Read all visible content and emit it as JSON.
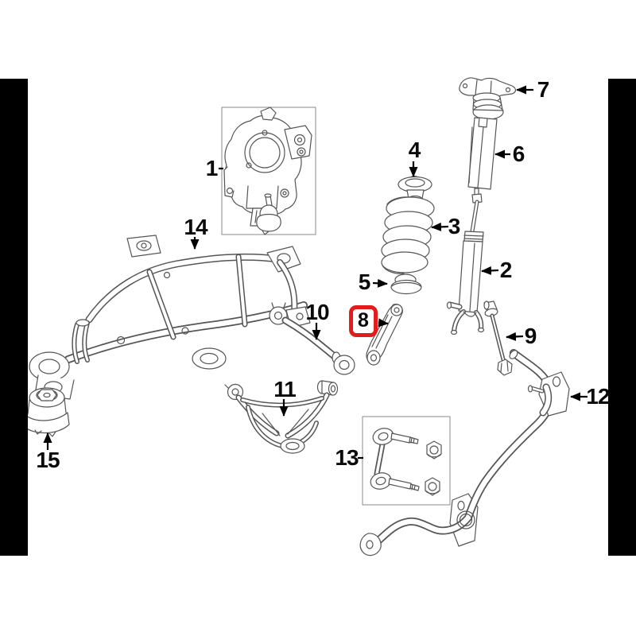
{
  "diagram": {
    "type": "exploded-parts-diagram",
    "subject": "rear suspension",
    "background": "#ffffff",
    "highlight_color": "#e41b1d",
    "line_color": "#555555",
    "label_color": "#0a0a0a",
    "crop_bar_color": "#000000",
    "highlighted_callout": "8",
    "callout_count": 15
  },
  "callouts": [
    {
      "id": 1,
      "label": "1",
      "highlighted": false
    },
    {
      "id": 2,
      "label": "2",
      "highlighted": false
    },
    {
      "id": 3,
      "label": "3",
      "highlighted": false
    },
    {
      "id": 4,
      "label": "4",
      "highlighted": false
    },
    {
      "id": 5,
      "label": "5",
      "highlighted": false
    },
    {
      "id": 6,
      "label": "6",
      "highlighted": false
    },
    {
      "id": 7,
      "label": "7",
      "highlighted": false
    },
    {
      "id": 8,
      "label": "8",
      "highlighted": true
    },
    {
      "id": 9,
      "label": "9",
      "highlighted": false
    },
    {
      "id": 10,
      "label": "10",
      "highlighted": false
    },
    {
      "id": 11,
      "label": "11",
      "highlighted": false
    },
    {
      "id": 12,
      "label": "12",
      "highlighted": false
    },
    {
      "id": 13,
      "label": "13",
      "highlighted": false
    },
    {
      "id": 14,
      "label": "14",
      "highlighted": false
    },
    {
      "id": 15,
      "label": "15",
      "highlighted": false
    }
  ]
}
